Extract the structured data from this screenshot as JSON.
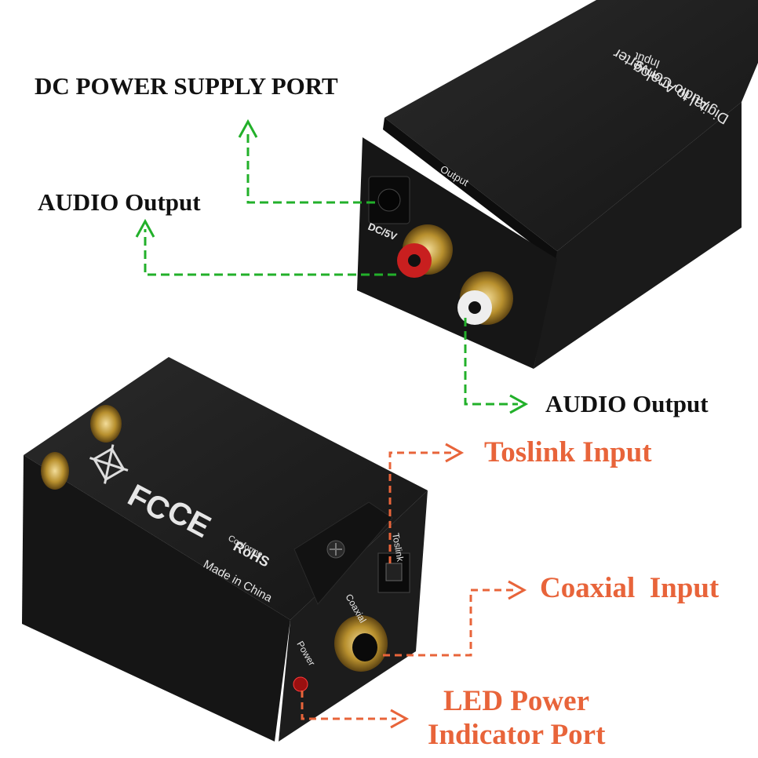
{
  "labels": {
    "dc_power": "DC POWER SUPPLY PORT",
    "audio_output_left": "AUDIO Output",
    "audio_output_right": "AUDIO Output",
    "toslink_input": "Toslink Input",
    "coaxial_input": "Coaxial  Input",
    "led_power_line1": "LED Power",
    "led_power_line2": "Indicator Port"
  },
  "device_top": {
    "title_line1": "Digital to Analog",
    "title_line2": "Audio Converter",
    "input_label": "Input",
    "output_label": "Output",
    "dc_label": "DC/5V"
  },
  "device_bottom": {
    "made_in": "Made in China",
    "rohs": "RoHS",
    "conforme": "Conforme",
    "ce_mark": "CE",
    "fc_mark": "FC",
    "toslink_label": "Toslink",
    "coaxial_label": "Coaxial",
    "power_label": "Power"
  },
  "colors": {
    "green_arrow": "#22b02a",
    "orange_arrow": "#e8643a",
    "device_body": "#1b1b1b",
    "label_dark": "#111111",
    "label_orange": "#e8643a"
  }
}
